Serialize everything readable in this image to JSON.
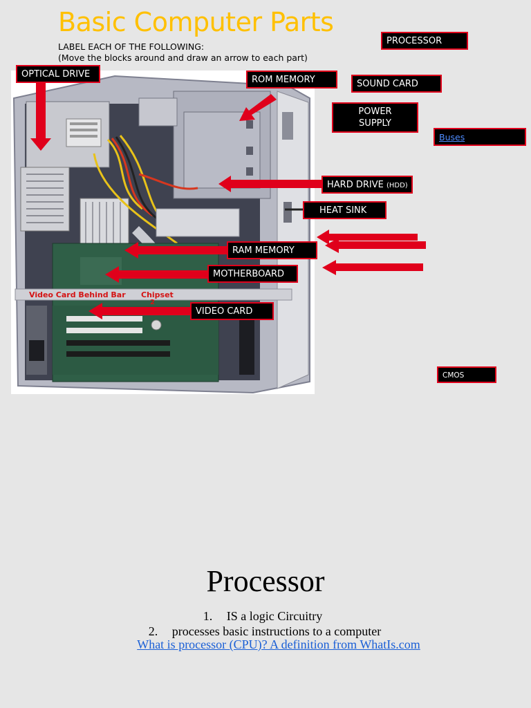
{
  "slide1": {
    "title": "Basic Computer Parts",
    "instruction_line1": "LABEL EACH OF THE FOLLOWING:",
    "instruction_line2": "(Move the blocks around and draw an arrow to each part)",
    "photo_labels": {
      "video_card_behind_bar": "Video Card Behind Bar",
      "chipset": "Chipset",
      "chipset_num": "2"
    },
    "labels": {
      "optical_drive": "OPTICAL DRIVE",
      "rom_memory": "ROM MEMORY",
      "processor": "PROCESSOR",
      "sound_card": "SOUND CARD",
      "power_supply_line1": "POWER",
      "power_supply_line2": "SUPPLY",
      "buses": "Buses",
      "hard_drive": "HARD DRIVE",
      "hard_drive_abbr": "(HDD)",
      "heat_sink": "HEAT SINK",
      "ram_memory": "RAM MEMORY",
      "motherboard": "MOTHERBOARD",
      "video_card": "VIDEO CARD",
      "cmos": "CMOS"
    },
    "colors": {
      "title": "#ffc000",
      "label_bg": "#000000",
      "label_border": "#e0001b",
      "arrow": "#e0001b"
    }
  },
  "slide2": {
    "title": "Processor",
    "items": [
      {
        "num": "1.",
        "text": "IS a logic Circuitry"
      },
      {
        "num": "2.",
        "text": "processes basic instructions to a computer"
      }
    ],
    "link_text": "What is processor (CPU)? A definition from WhatIs.com"
  }
}
